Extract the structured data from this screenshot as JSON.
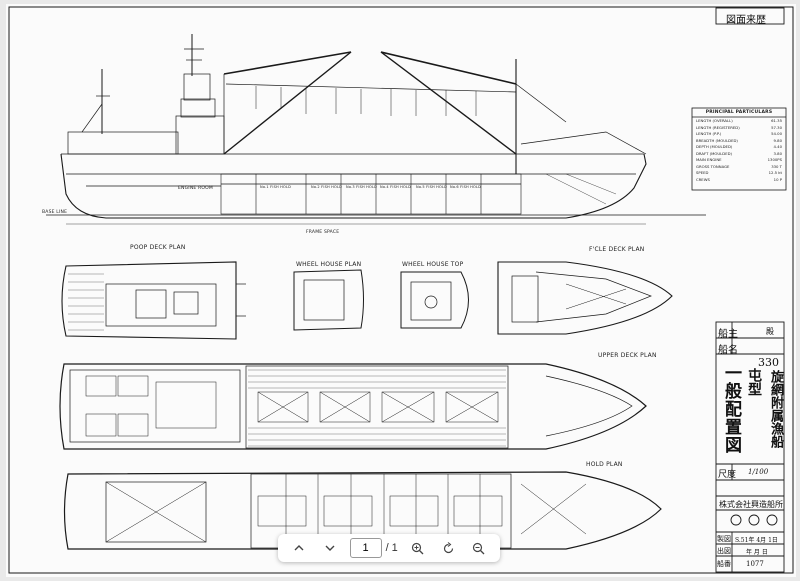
{
  "drawing": {
    "top_title": "図面来歴",
    "plan_labels": {
      "poop_deck": "POOP DECK PLAN",
      "wheel_house": "WHEEL HOUSE PLAN",
      "wheel_house_top": "WHEEL HOUSE TOP",
      "fcle_deck": "F'CLE DECK PLAN",
      "upper_deck": "UPPER DECK PLAN",
      "hold": "HOLD PLAN",
      "base_line": "BASE LINE",
      "frame_space": "FRAME SPACE",
      "engine_room": "ENGINE ROOM"
    },
    "holds": [
      "No.6 FISH HOLD",
      "No.5 FISH HOLD",
      "No.4 FISH HOLD",
      "No.3 FISH HOLD",
      "No.2 FISH HOLD",
      "No.1 FISH HOLD"
    ],
    "particulars": {
      "title": "PRINCIPAL PARTICULARS",
      "rows": [
        {
          "label": "LENGTH (OVERALL)",
          "value": "61.35"
        },
        {
          "label": "LENGTH (REGISTERED)",
          "value": "57.30"
        },
        {
          "label": "LENGTH (P.P.)",
          "value": "54.00"
        },
        {
          "label": "BREADTH (MOULDED)",
          "value": "9.80"
        },
        {
          "label": "DEPTH (MOULDED)",
          "value": "4.40"
        },
        {
          "label": "DRAFT (MOULDED)",
          "value": "3.80"
        },
        {
          "label": "MAIN ENGINE",
          "value": "1300PS"
        },
        {
          "label": "GROSS TONNAGE",
          "value": "330 T"
        },
        {
          "label": "SPEED",
          "value": "12.5 kt"
        },
        {
          "label": "CREWS",
          "value": "10 P"
        }
      ]
    },
    "title_block": {
      "owner_label": "船主",
      "owner_suffix": "殿",
      "ship_name_label": "船名",
      "ship_type_number": "330",
      "ship_type_mark": "屯型",
      "ship_type_text": "旋網附属漁船",
      "drawing_name": "一般配置図",
      "scale_label": "尺度",
      "scale_value": "1/100",
      "company": "株式会社興造船所",
      "drawn_label": "製図",
      "drawn_date": "S.51年 4月 1日",
      "issued_label": "出図",
      "issued_date": "年 月 日",
      "number_label": "船番",
      "number_value": "1077"
    }
  },
  "viewer": {
    "current_page": "1",
    "page_total": "/ 1"
  }
}
